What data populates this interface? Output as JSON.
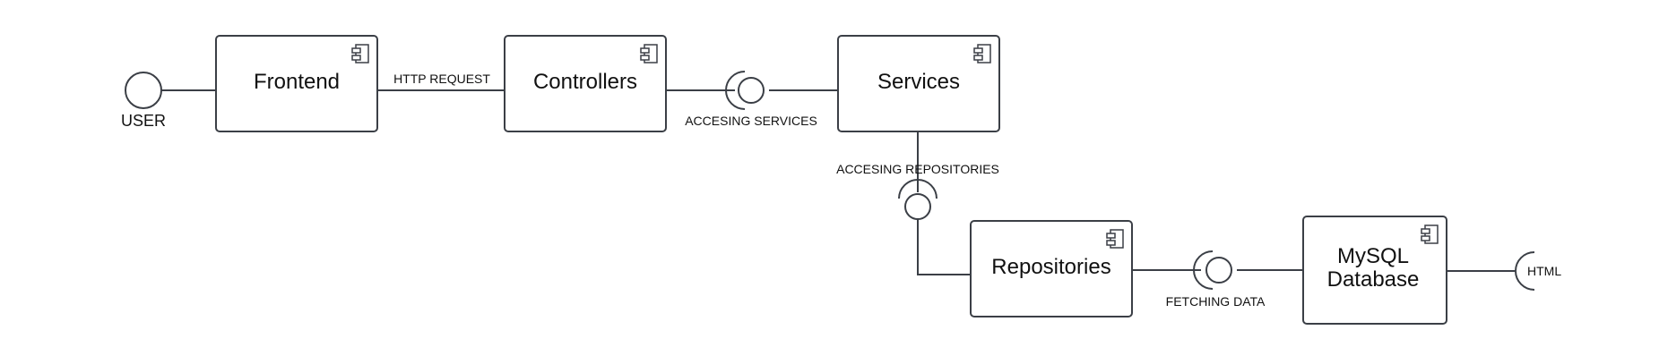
{
  "components": {
    "frontend": "Frontend",
    "controllers": "Controllers",
    "services": "Services",
    "repositories": "Repositories",
    "mysql_line1": "MySQL",
    "mysql_line2": "Database"
  },
  "actors": {
    "user": "USER"
  },
  "connections": {
    "http_request": "HTTP REQUEST",
    "accessing_services": "ACCESING SERVICES",
    "accessing_repositories": "ACCESING REPOSITORIES",
    "fetching_data": "FETCHING DATA",
    "html": "HTML"
  },
  "colors": {
    "stroke": "#3b3f46",
    "text": "#111111",
    "background": "#ffffff"
  }
}
